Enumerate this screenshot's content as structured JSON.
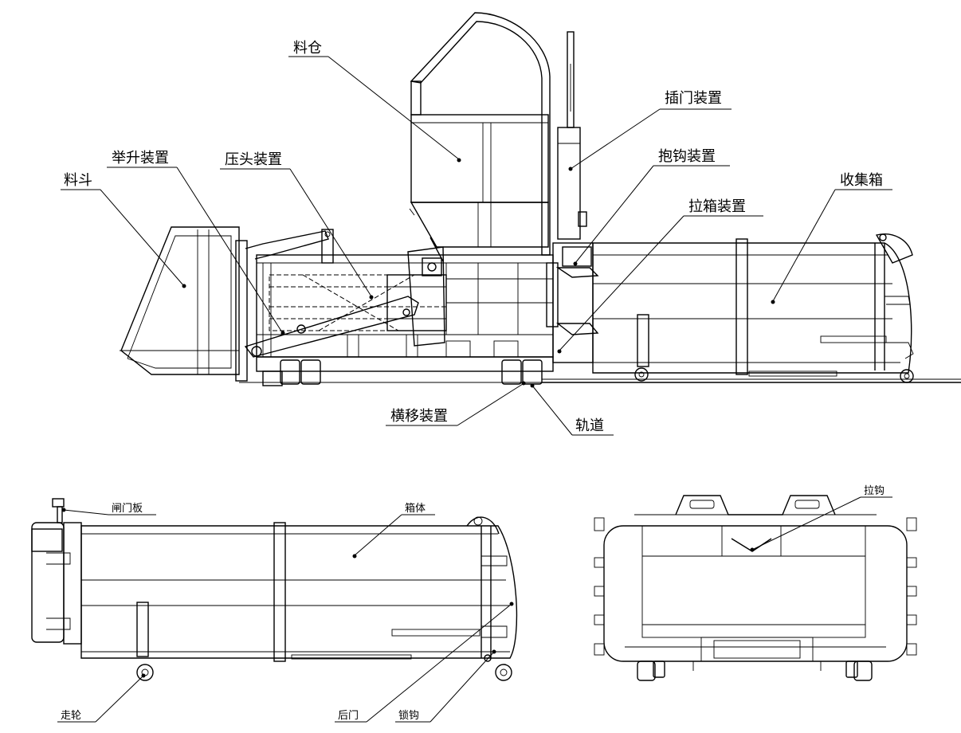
{
  "top_view": {
    "labels": {
      "liaocang": "料仓",
      "chameng": "插门装置",
      "jusheng": "举升装置",
      "yatou": "压头装置",
      "baogou": "抱钩装置",
      "liaodou": "料斗",
      "laxiang": "拉箱装置",
      "shoujixiang": "收集箱",
      "hengyi": "横移装置",
      "guidao": "轨道"
    }
  },
  "side_view": {
    "labels": {
      "zhamenban": "闸门板",
      "xiangti": "箱体",
      "zoulun": "走轮",
      "houmen": "后门",
      "suogou": "锁钩"
    }
  },
  "end_view": {
    "labels": {
      "lagou": "拉钩"
    }
  }
}
